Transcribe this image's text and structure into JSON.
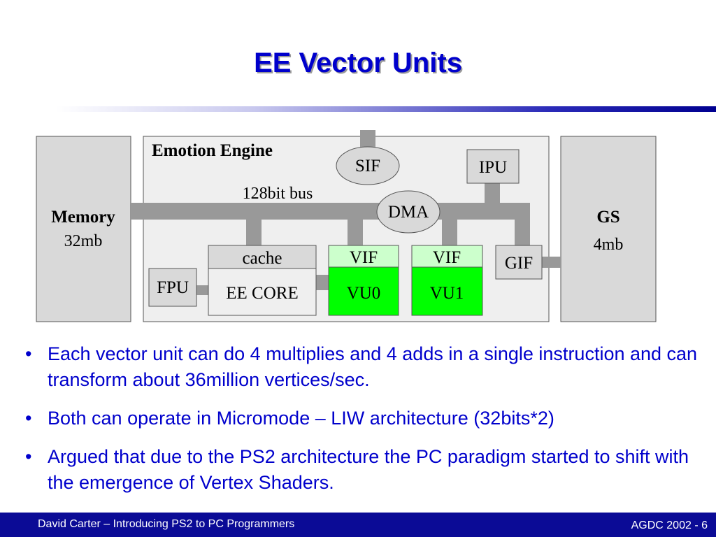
{
  "slide": {
    "title": "EE Vector Units",
    "footer_left": "David Carter – Introducing PS2 to PC Programmers",
    "footer_right": "AGDC 2002 - 6",
    "bullets": [
      "Each vector unit can do 4 multiplies and 4 adds in a single instruction and can transform about 36million vertices/sec.",
      "Both can operate in Micromode – LIW architecture (32bits*2)",
      "Argued that due to the PS2 architecture the PC paradigm started to shift with the emergence of Vertex Shaders."
    ]
  },
  "diagram": {
    "memory": {
      "label": "Memory",
      "size": "32mb"
    },
    "gs": {
      "label": "GS",
      "size": "4mb"
    },
    "emotion_engine": "Emotion Engine",
    "bus_label": "128bit bus",
    "sif": "SIF",
    "dma": "DMA",
    "ipu": "IPU",
    "gif": "GIF",
    "fpu": "FPU",
    "cache": "cache",
    "ee_core": "EE CORE",
    "vif0": "VIF",
    "vu0": "VU0",
    "vif1": "VIF",
    "vu1": "VU1",
    "colors": {
      "bus": "#999999",
      "unit_gray": "#d9d9d9",
      "vif_fill": "#ccffcc",
      "vu_fill": "#00ff00",
      "title_blue": "#0000cc",
      "footer_blue": "#0b0b96"
    }
  }
}
